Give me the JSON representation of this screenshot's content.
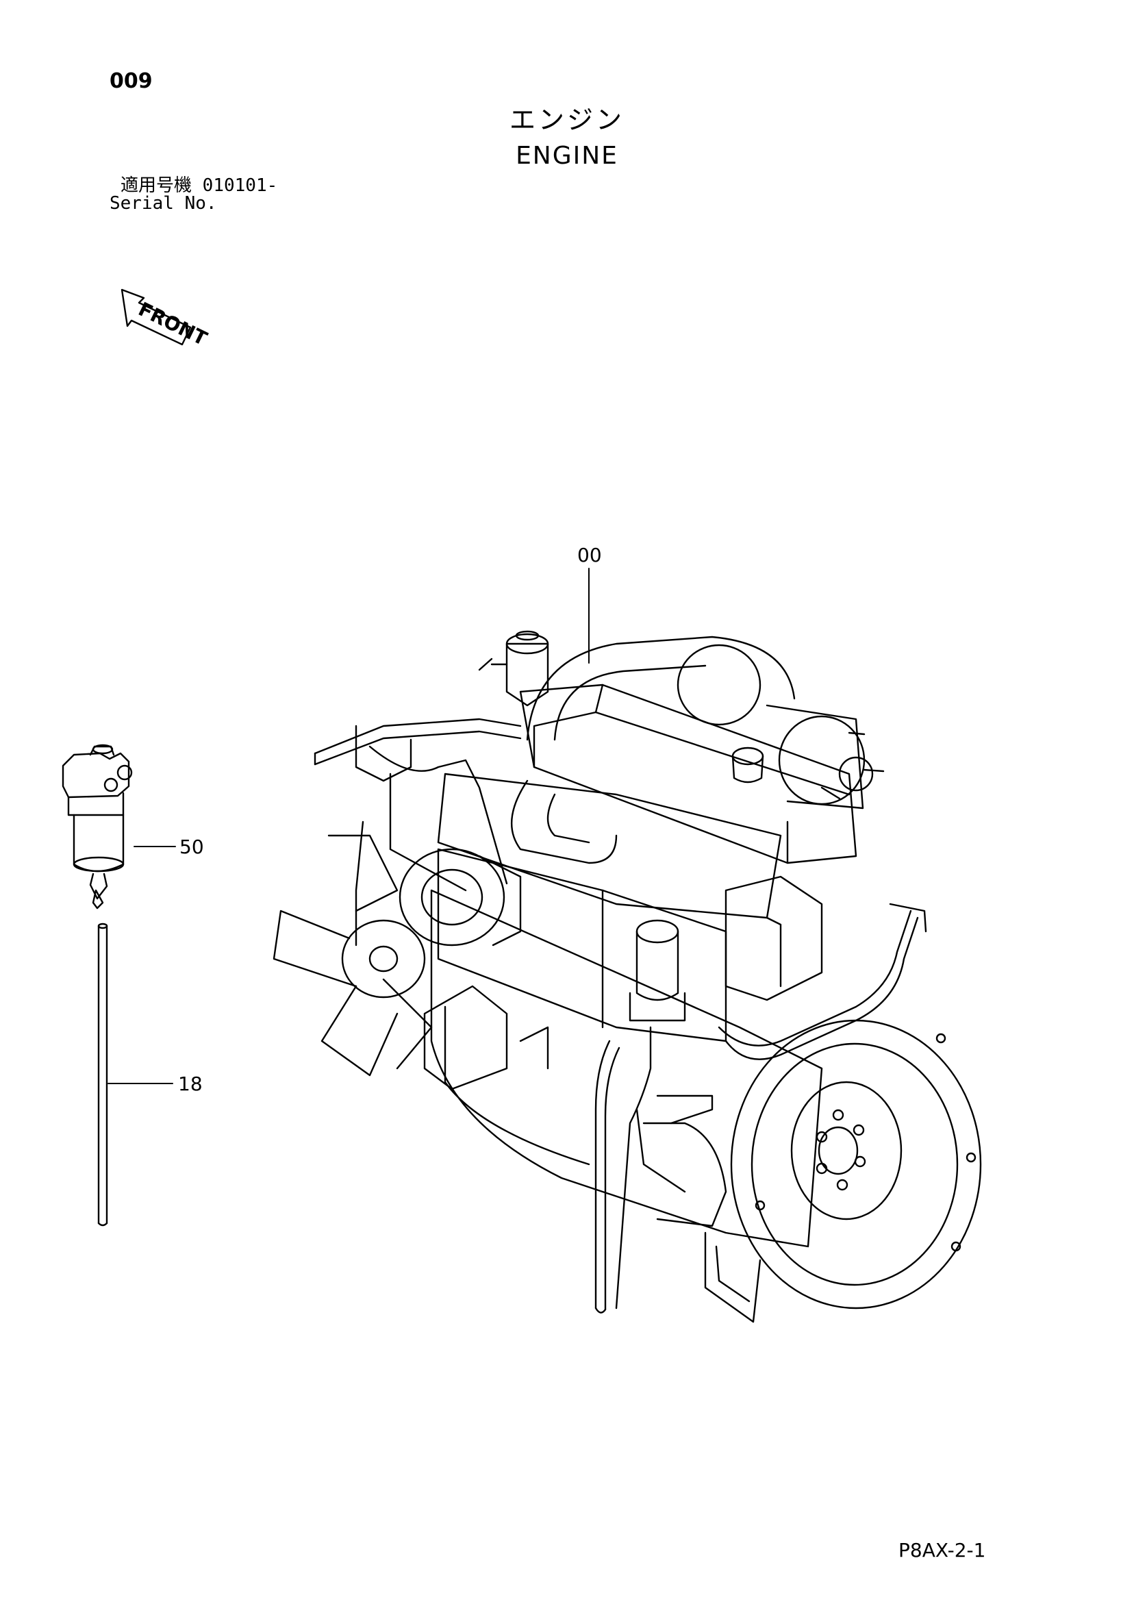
{
  "page_number": "009",
  "title_jp": "エンジン",
  "title_en": "ENGINE",
  "serial": {
    "label_jp": "適用号機",
    "value": "010101-",
    "label_en": "Serial No."
  },
  "front_arrow_label": "FRONT",
  "callouts": {
    "engine": "00",
    "fuel_filter": "50",
    "hose": "18"
  },
  "page_code": "P8AX-2-1"
}
